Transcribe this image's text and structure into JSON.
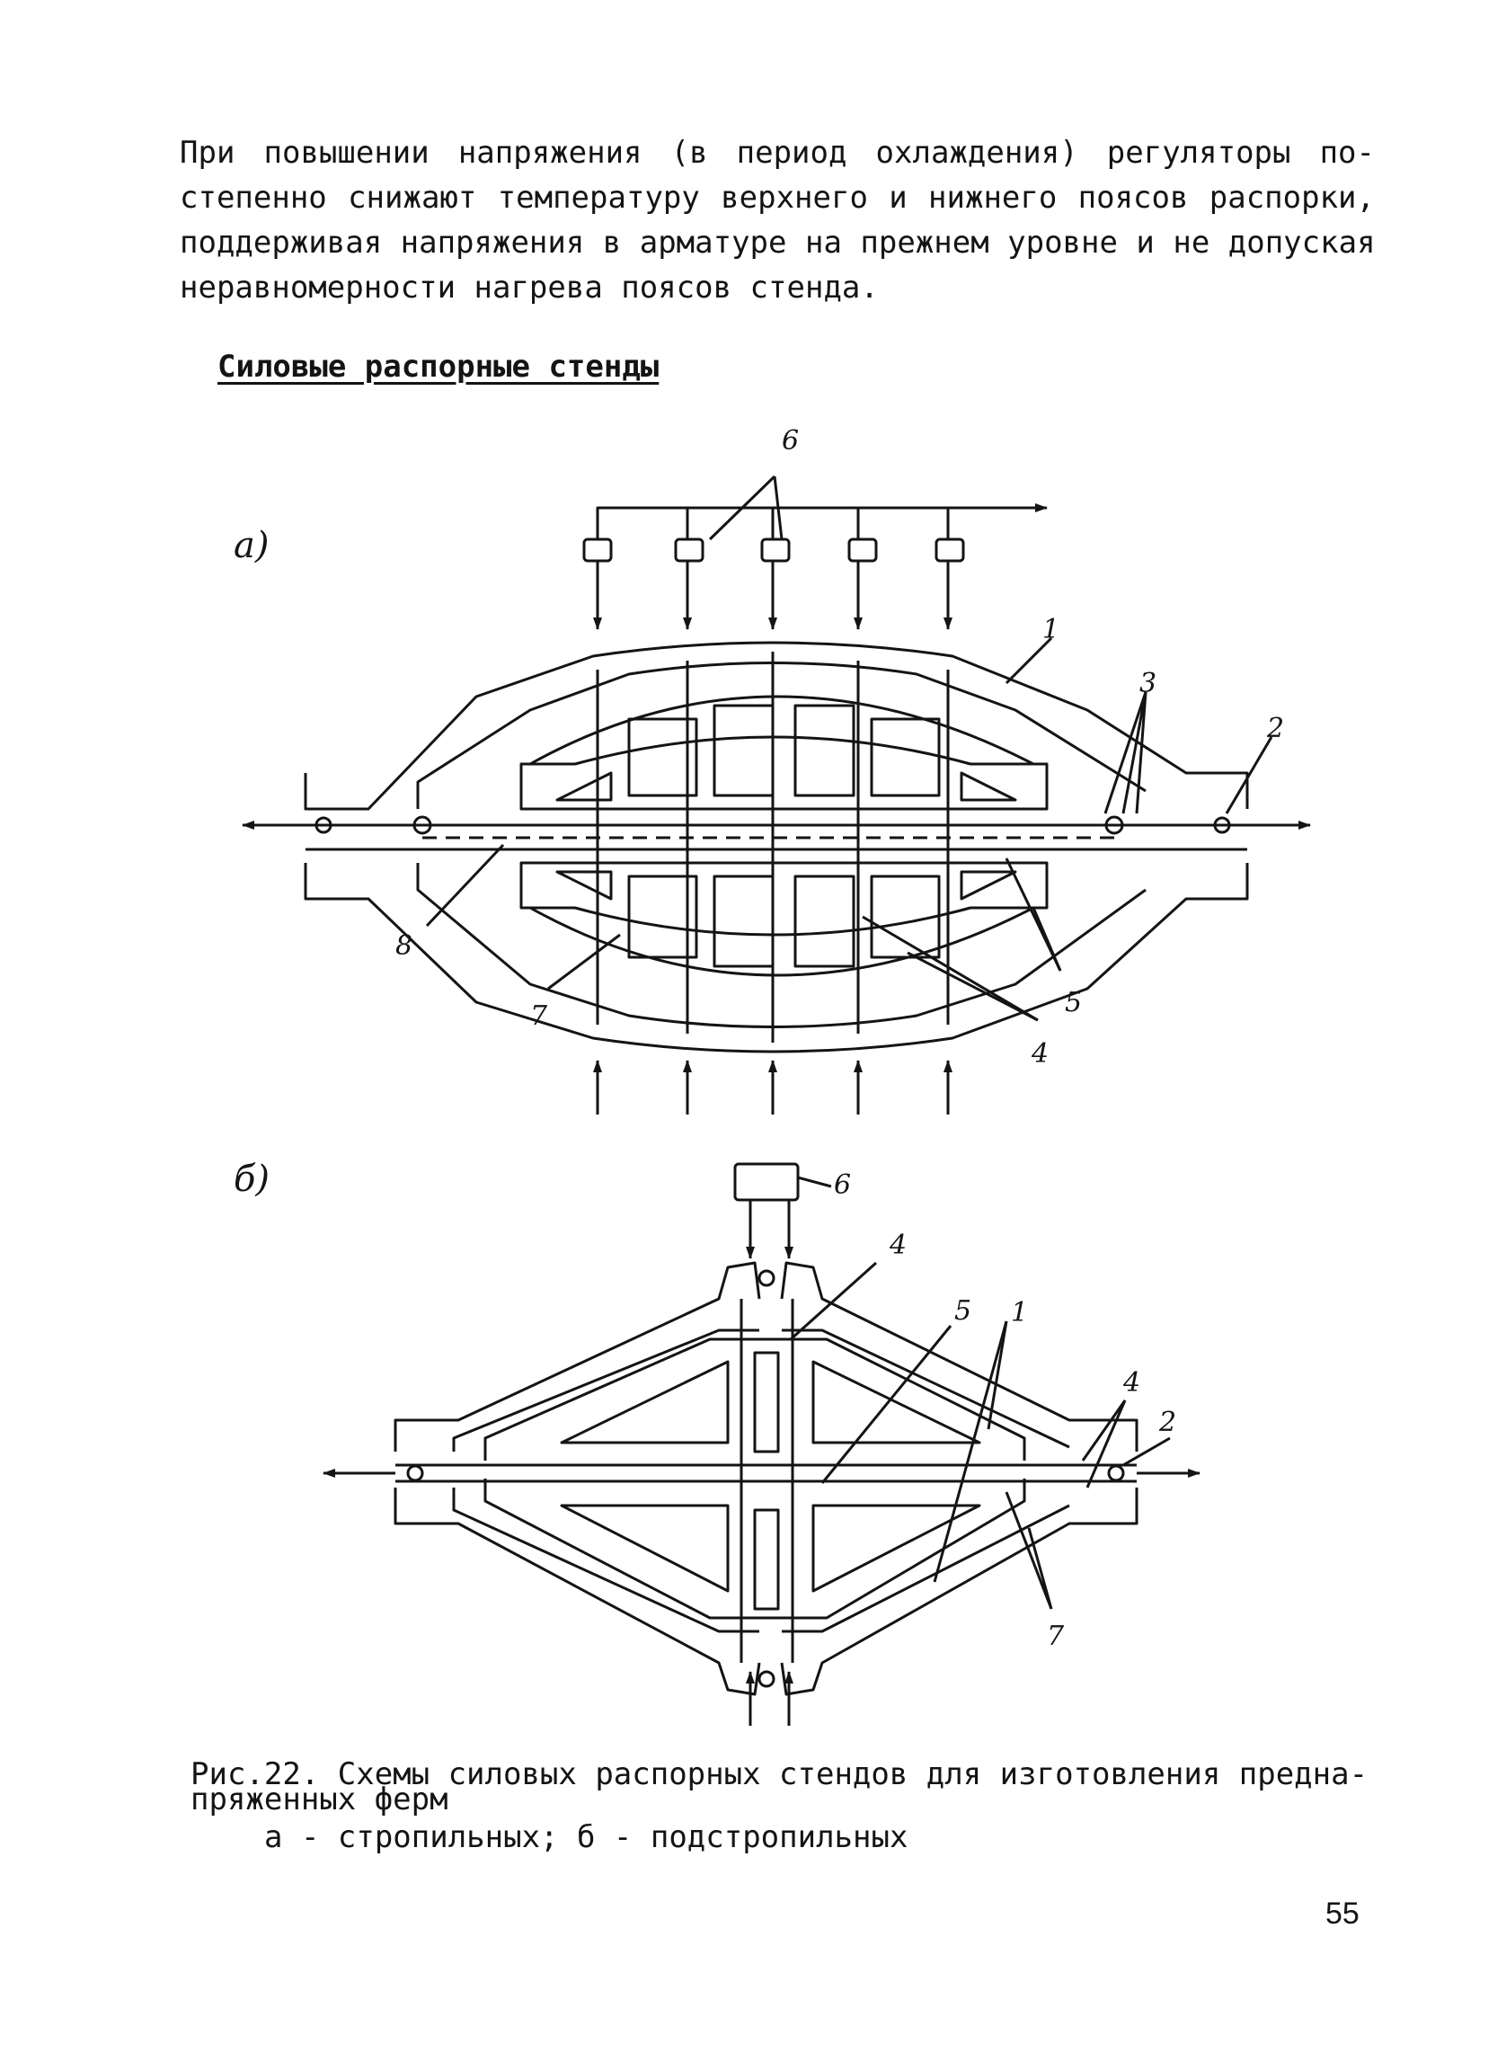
{
  "paragraph": {
    "lines": [
      "При повышении напряжения (в период охлаждения) регуляторы по-",
      "степенно снижают температуру верхнего и нижнего поясов распорки,",
      "поддерживая напряжения в арматуре на прежнем уровне и не допуская",
      "неравномерности нагрева поясов стенда."
    ]
  },
  "subheading": "Силовые распорные стенды",
  "figure_a": {
    "panel_label": "а)",
    "labels": {
      "l1": "1",
      "l2": "2",
      "l3": "3",
      "l4": "4",
      "l5": "5",
      "l6": "6",
      "l7": "7",
      "l8": "8"
    }
  },
  "figure_b": {
    "panel_label": "б)",
    "labels": {
      "l1": "1",
      "l2": "2",
      "l4a": "4",
      "l4b": "4",
      "l5": "5",
      "l6": "6",
      "l7": "7"
    }
  },
  "caption": {
    "line1": "Рис.22. Схемы силовых распорных стендов для изготовления предна-",
    "line2": "пряженных ферм",
    "line3": "а - стропильных; б - подстропильных"
  },
  "page_number": "55"
}
